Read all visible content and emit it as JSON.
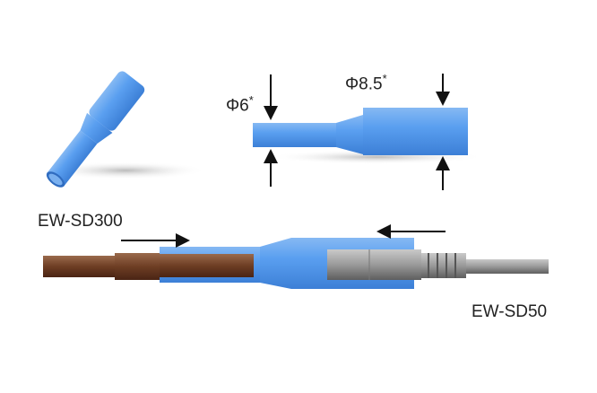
{
  "labels": {
    "dia_small": "Φ6",
    "dia_large": "Φ8.5",
    "asterisk": "*",
    "product_left": "EW-SD300",
    "product_right": "EW-SD50"
  },
  "colors": {
    "sleeve": "#4f95e8",
    "brown_cable": "#6e3e24",
    "gray_connector": "#8f8f8f",
    "arrow": "#111111"
  }
}
